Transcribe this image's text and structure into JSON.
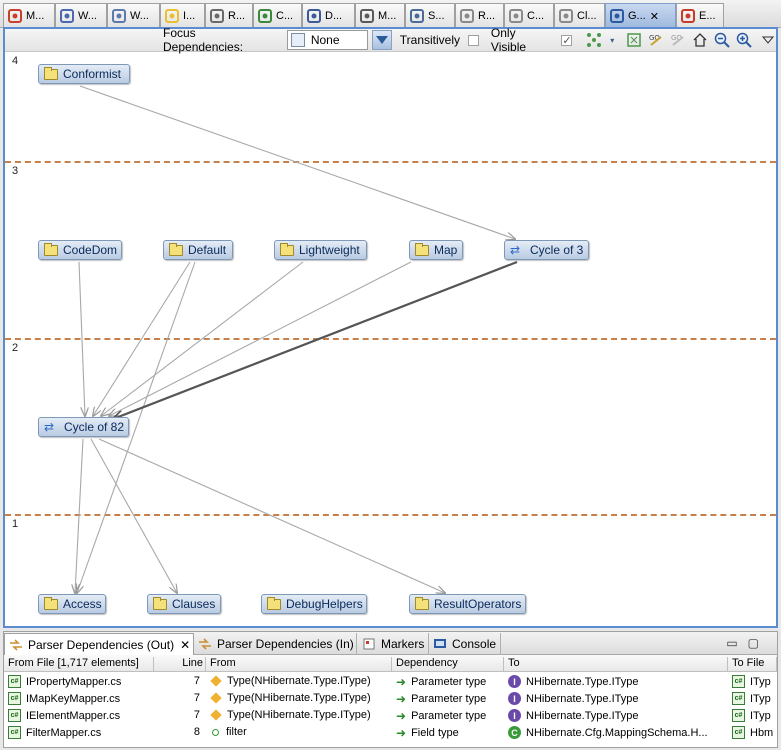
{
  "top_tabs": [
    {
      "label": "M...",
      "icon": "metrics-icon"
    },
    {
      "label": "W...",
      "icon": "hierarchy-icon"
    },
    {
      "label": "W...",
      "icon": "tree-icon"
    },
    {
      "label": "I...",
      "icon": "lightbulb-icon"
    },
    {
      "label": "R...",
      "icon": "report-icon"
    },
    {
      "label": "C...",
      "icon": "refresh-icon"
    },
    {
      "label": "D...",
      "icon": "document-icon"
    },
    {
      "label": "M...",
      "icon": "structure-icon"
    },
    {
      "label": "S...",
      "icon": "search-icon"
    },
    {
      "label": "R...",
      "icon": "file-icon"
    },
    {
      "label": "C...",
      "icon": "file-icon"
    },
    {
      "label": "Cl...",
      "icon": "file-icon"
    },
    {
      "label": "G...",
      "icon": "graph-icon",
      "close": "✕"
    },
    {
      "label": "E...",
      "icon": "error-icon"
    }
  ],
  "toolbar": {
    "focus_label": "Focus Dependencies:",
    "focus_value": "None",
    "transitively_label": "Transitively",
    "only_visible_label": "Only Visible",
    "only_visible_checked": true,
    "transitively_checked": false
  },
  "graph": {
    "layers": [
      {
        "number": "4"
      },
      {
        "number": "3"
      },
      {
        "number": "2"
      },
      {
        "number": "1"
      }
    ],
    "nodes": [
      {
        "id": "conformist",
        "label": "Conformist",
        "kind": "folder"
      },
      {
        "id": "codedom",
        "label": "CodeDom",
        "kind": "folder"
      },
      {
        "id": "default",
        "label": "Default",
        "kind": "folder"
      },
      {
        "id": "lightweight",
        "label": "Lightweight",
        "kind": "folder"
      },
      {
        "id": "map",
        "label": "Map",
        "kind": "folder"
      },
      {
        "id": "cycle3",
        "label": "Cycle of 3",
        "kind": "cycle"
      },
      {
        "id": "cycle82",
        "label": "Cycle of 82",
        "kind": "cycle"
      },
      {
        "id": "access",
        "label": "Access",
        "kind": "folder"
      },
      {
        "id": "clauses",
        "label": "Clauses",
        "kind": "folder"
      },
      {
        "id": "debughelpers",
        "label": "DebugHelpers",
        "kind": "folder"
      },
      {
        "id": "resultoperators",
        "label": "ResultOperators",
        "kind": "folder"
      }
    ],
    "edges": [
      {
        "from": "conformist",
        "to": "cycle3",
        "weight": "normal"
      },
      {
        "from": "codedom",
        "to": "cycle82",
        "weight": "normal"
      },
      {
        "from": "default",
        "to": "cycle82",
        "weight": "normal"
      },
      {
        "from": "default",
        "to": "access",
        "weight": "normal"
      },
      {
        "from": "lightweight",
        "to": "cycle82",
        "weight": "normal"
      },
      {
        "from": "map",
        "to": "cycle82",
        "weight": "normal"
      },
      {
        "from": "cycle3",
        "to": "cycle82",
        "weight": "heavy"
      },
      {
        "from": "cycle82",
        "to": "access",
        "weight": "normal"
      },
      {
        "from": "cycle82",
        "to": "clauses",
        "weight": "normal"
      },
      {
        "from": "cycle82",
        "to": "resultoperators",
        "weight": "normal"
      }
    ]
  },
  "bottom_panel": {
    "tabs": [
      {
        "label": "Parser Dependencies (Out)",
        "close": "✕",
        "active": true
      },
      {
        "label": "Parser Dependencies (In)",
        "active": false
      },
      {
        "label": "Markers",
        "active": false
      },
      {
        "label": "Console",
        "active": false
      }
    ],
    "columns": [
      "From File [1,717 elements]",
      "Line",
      "From",
      "Dependency",
      "To",
      "To File"
    ],
    "rows": [
      {
        "from_file": "IPropertyMapper.cs",
        "line": "7",
        "from": "Type(NHibernate.Type.IType)",
        "from_kind": "method",
        "dependency": "Parameter type",
        "to": "NHibernate.Type.IType",
        "to_kind": "interface",
        "to_file": "ITyp"
      },
      {
        "from_file": "IMapKeyMapper.cs",
        "line": "7",
        "from": "Type(NHibernate.Type.IType)",
        "from_kind": "method",
        "dependency": "Parameter type",
        "to": "NHibernate.Type.IType",
        "to_kind": "interface",
        "to_file": "ITyp"
      },
      {
        "from_file": "IElementMapper.cs",
        "line": "7",
        "from": "Type(NHibernate.Type.IType)",
        "from_kind": "method",
        "dependency": "Parameter type",
        "to": "NHibernate.Type.IType",
        "to_kind": "interface",
        "to_file": "ITyp"
      },
      {
        "from_file": "FilterMapper.cs",
        "line": "8",
        "from": "filter",
        "from_kind": "field",
        "dependency": "Field type",
        "to": "NHibernate.Cfg.MappingSchema.H...",
        "to_kind": "class",
        "to_file": "Hbm"
      }
    ]
  }
}
